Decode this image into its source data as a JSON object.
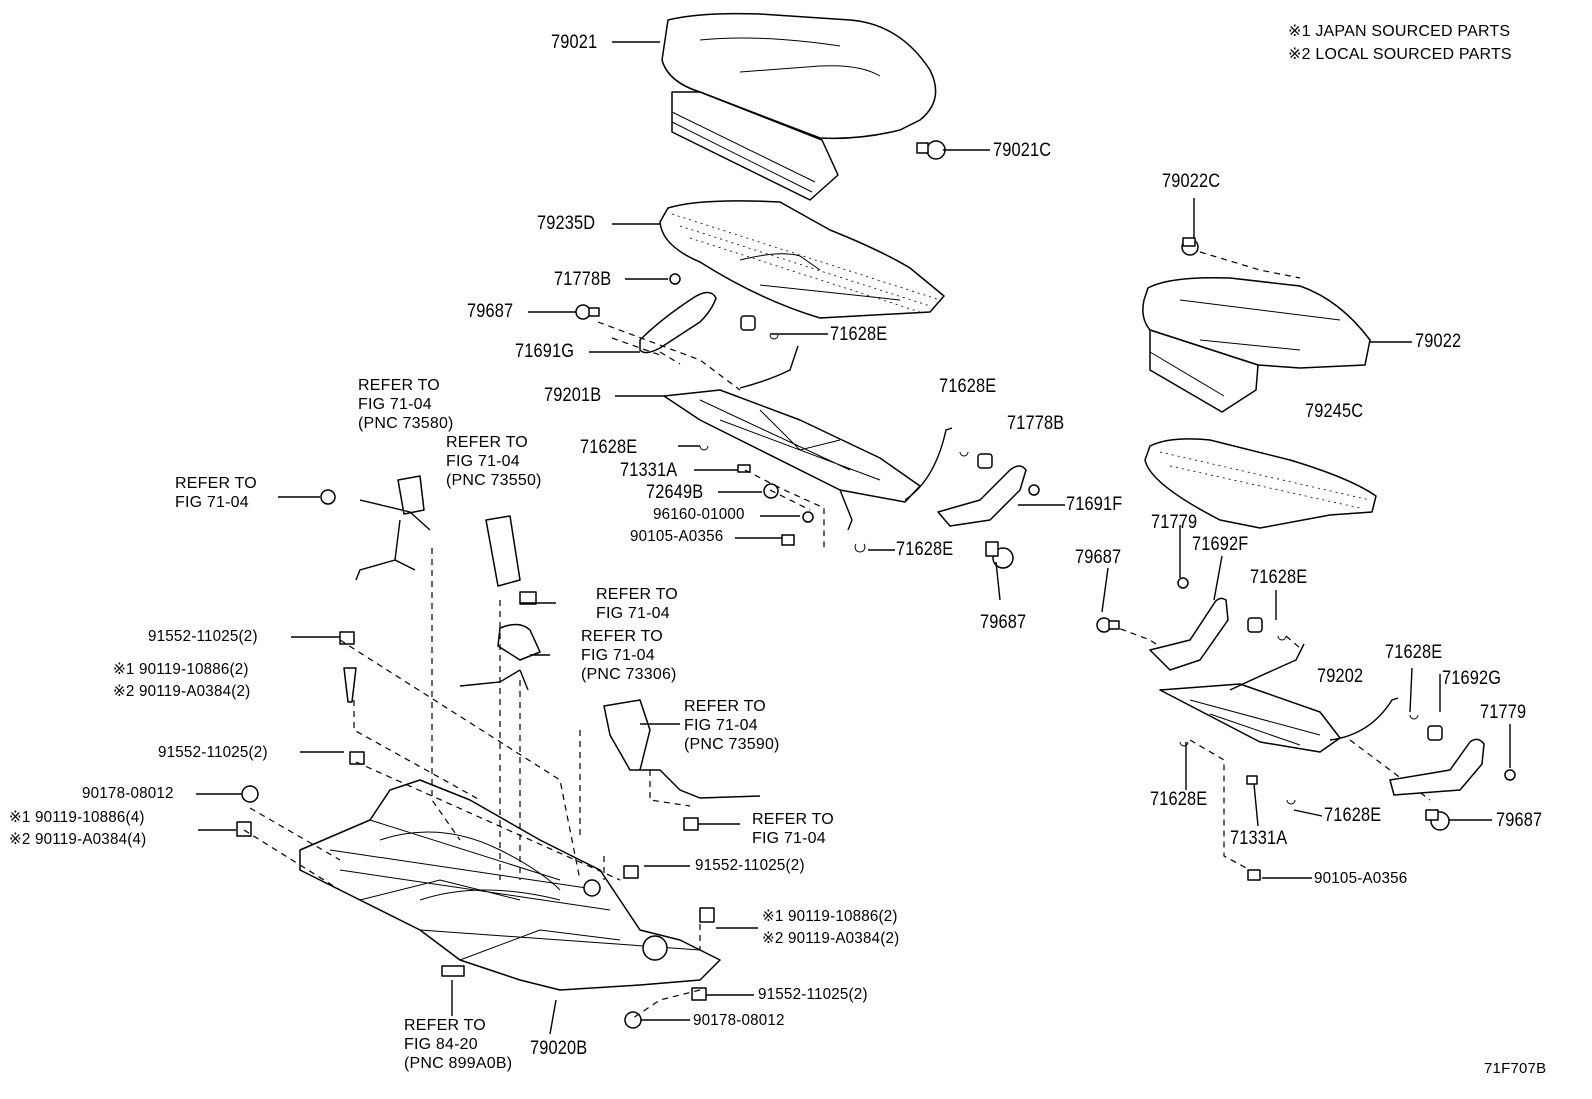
{
  "legend": {
    "line1": "※1 JAPAN SOURCED PARTS",
    "line2": "※2 LOCAL SOURCED PARTS"
  },
  "figure_id": "71F707B",
  "parts": {
    "p79021": "79021",
    "p79021C": "79021C",
    "p79235D": "79235D",
    "p71778B_a": "71778B",
    "p79687_a": "79687",
    "p71628E_a": "71628E",
    "p71691G": "71691G",
    "p79201B": "79201B",
    "p71628E_b": "71628E",
    "p71778B_b": "71778B",
    "p71628E_c": "71628E",
    "p71331A_a": "71331A",
    "p72649B": "72649B",
    "p96160": "96160-01000",
    "p90105_a": "90105-A0356",
    "p71691F": "71691F",
    "p71628E_d": "71628E",
    "p79687_b": "79687",
    "p79022C": "79022C",
    "p79022": "79022",
    "p79245C": "79245C",
    "p71779_a": "71779",
    "p71692F": "71692F",
    "p79687_c": "79687",
    "p71628E_e": "71628E",
    "p71628E_f": "71628E",
    "p79202": "79202",
    "p71692G": "71692G",
    "p71779_b": "71779",
    "p71628E_g": "71628E",
    "p71628E_h": "71628E",
    "p79687_d": "79687",
    "p71331A_b": "71331A",
    "p90105_b": "90105-A0356",
    "p91552_a": "91552-11025(2)",
    "p90119_1a": "※1 90119-10886(2)",
    "p90119_2a": "※2 90119-A0384(2)",
    "p91552_b": "91552-11025(2)",
    "p90178_a": "90178-08012",
    "p90119_1b": "※1 90119-10886(4)",
    "p90119_2b": "※2 90119-A0384(4)",
    "p91552_c": "91552-11025(2)",
    "p90119_1c": "※1 90119-10886(2)",
    "p90119_2c": "※2 90119-A0384(2)",
    "p91552_d": "91552-11025(2)",
    "p90178_b": "90178-08012",
    "p79020B": "79020B"
  },
  "references": {
    "r1": "REFER TO\nFIG 71-04\n(PNC 73580)",
    "r2": "REFER TO\nFIG 71-04\n(PNC 73550)",
    "r3": "REFER TO\nFIG 71-04",
    "r4": "REFER TO\nFIG 71-04",
    "r5": "REFER TO\nFIG 71-04\n(PNC 73306)",
    "r6": "REFER TO\nFIG 71-04\n(PNC 73590)",
    "r7": "REFER TO\nFIG 71-04",
    "r8": "REFER TO\nFIG 84-20\n(PNC 899A0B)"
  }
}
